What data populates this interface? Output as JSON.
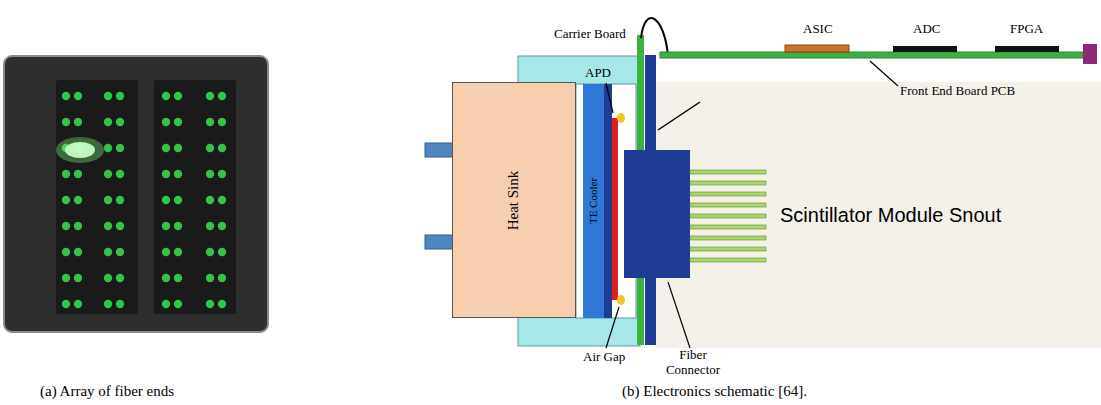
{
  "diagram": {
    "nodes": [
      {
        "text": [
          "Heat Sink"
        ]
      },
      {
        "text": [
          "TE Cooler"
        ]
      },
      {
        "text": [
          "Scintillator Module Snout"
        ]
      }
    ],
    "labels": [
      "(a) Array of fiber ends",
      "(b) Electronics schematic [64].",
      "Carrier Board",
      "APD",
      "ASIC",
      "ADC",
      "FPGA",
      "Front End Board PCB",
      "Air Gap",
      "Fiber Connector"
    ]
  }
}
